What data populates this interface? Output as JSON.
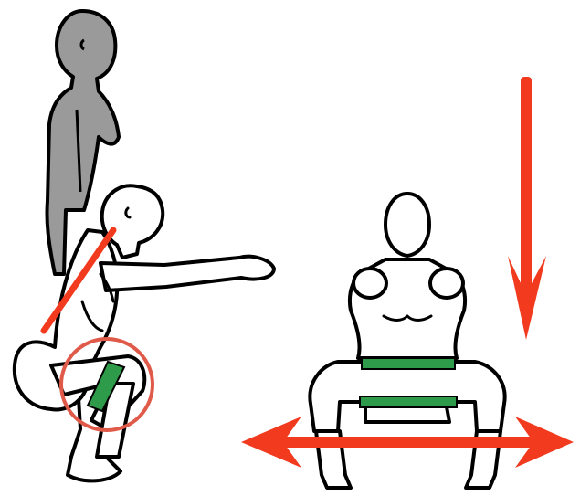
{
  "illustration": {
    "left_panel": {
      "figures": [
        "standing-silhouette",
        "squatting-figure-side-view"
      ],
      "annotations": [
        "back-angle-line",
        "knee-circle",
        "thigh-band"
      ]
    },
    "right_panel": {
      "figures": [
        "squatting-figure-front-view"
      ],
      "annotations": [
        "downward-arrow",
        "horizontal-double-arrow",
        "thigh-band",
        "knee-band"
      ]
    }
  },
  "colors": {
    "outline": "#000000",
    "silhouette_fill": "#9a9a9a",
    "skin_fill": "#ffffff",
    "accent_red": "#f23a1f",
    "circle_red": "#e05a4a",
    "band_green": "#2e9b4a",
    "background": "#ffffff"
  }
}
